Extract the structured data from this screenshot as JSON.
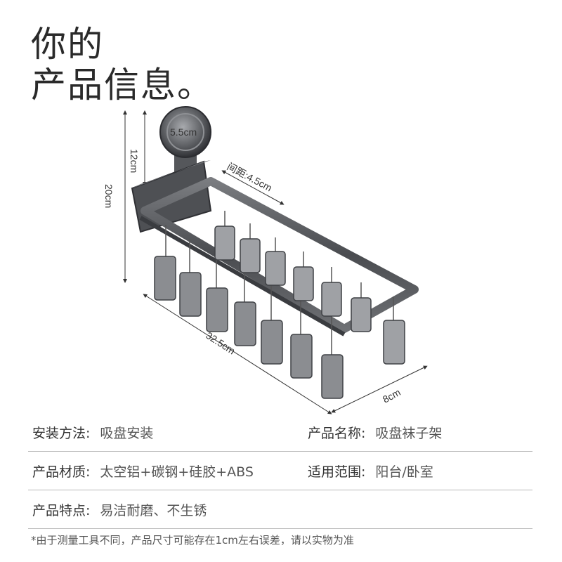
{
  "heading": {
    "line1": "你的",
    "line2": "产品信息。"
  },
  "dimensions": {
    "suction_diameter": "5.5cm",
    "suction_height": "12cm",
    "total_height": "20cm",
    "spacing": "间距:4.5cm",
    "length": "32.5cm",
    "depth": "8cm"
  },
  "colors": {
    "rack_metal": "#5d5f63",
    "clip_metal": "#8b8d91",
    "divider": "#b9b9b9"
  },
  "specs": [
    {
      "left": {
        "label": "安装方法:",
        "value": "吸盘安装"
      },
      "right": {
        "label": "产品名称:",
        "value": "吸盘袜子架"
      }
    },
    {
      "left": {
        "label": "产品材质:",
        "value": "太空铝+碳钢+硅胶+ABS"
      },
      "right": {
        "label": "适用范围:",
        "value": "阳台/卧室"
      }
    },
    {
      "left": {
        "label": "产品特点:",
        "value": "易洁耐磨、不生锈"
      },
      "right": {
        "label": "",
        "value": ""
      }
    }
  ],
  "note": "*由于测量工具不同，产品尺寸可能存在1cm左右误差，请以实物为准"
}
